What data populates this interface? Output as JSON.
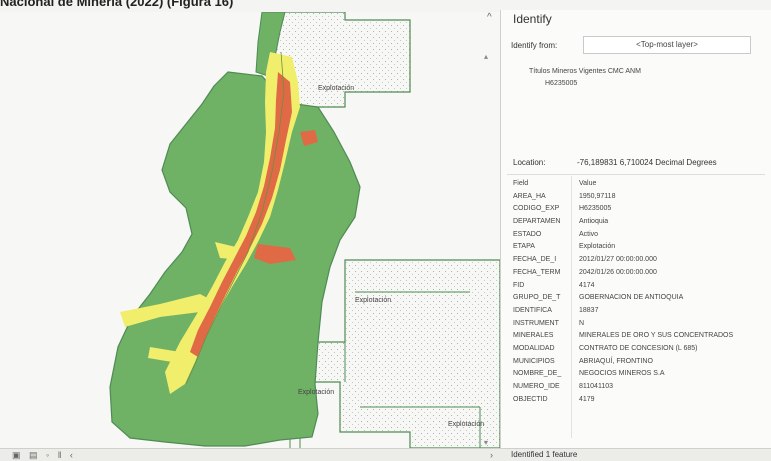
{
  "caption": "Nacional de Minería (2022) (Figura 16)",
  "map": {
    "labels": [
      "Explotación",
      "Explotación",
      "Explotación",
      "Explotación"
    ]
  },
  "identify": {
    "title": "Identify",
    "collapse_icon": "caret-up-icon",
    "from_label": "Identify from:",
    "from_value": "<Top-most layer>",
    "layer_name": "Títulos Mineros Vigentes CMC ANM",
    "feature_id": "H6235005",
    "location_label": "Location:",
    "location_value": "-76,189831 6,710024 Decimal Degrees",
    "header_field": "Field",
    "header_value": "Value",
    "rows": [
      {
        "field": "AREA_HA",
        "value": "1950,97118"
      },
      {
        "field": "CODIGO_EXP",
        "value": "H6235005"
      },
      {
        "field": "DEPARTAMEN",
        "value": "Antioquia"
      },
      {
        "field": "ESTADO",
        "value": "Activo"
      },
      {
        "field": "ETAPA",
        "value": "Explotación"
      },
      {
        "field": "FECHA_DE_I",
        "value": "2012/01/27 00:00:00.000"
      },
      {
        "field": "FECHA_TERM",
        "value": "2042/01/26 00:00:00.000"
      },
      {
        "field": "FID",
        "value": "4174"
      },
      {
        "field": "GRUPO_DE_T",
        "value": "GOBERNACION DE ANTIOQUIA"
      },
      {
        "field": "IDENTIFICA",
        "value": "18837"
      },
      {
        "field": "INSTRUMENT",
        "value": "N"
      },
      {
        "field": "MINERALES",
        "value": "MINERALES DE ORO Y SUS CONCENTRADOS"
      },
      {
        "field": "MODALIDAD",
        "value": "CONTRATO DE CONCESION (L 685)"
      },
      {
        "field": "MUNICIPIOS",
        "value": "ABRIAQUÍ, FRONTINO"
      },
      {
        "field": "NOMBRE_DE_",
        "value": "NEGOCIOS MINEROS S.A"
      },
      {
        "field": "NUMERO_IDE",
        "value": "811041103"
      },
      {
        "field": "OBJECTID",
        "value": "4179"
      }
    ],
    "status": "Identified 1 feature"
  },
  "colors": {
    "map_green": "#6fb165",
    "map_yellow": "#f1ee6c",
    "map_red": "#e06a45",
    "outline": "#4f8b54"
  }
}
